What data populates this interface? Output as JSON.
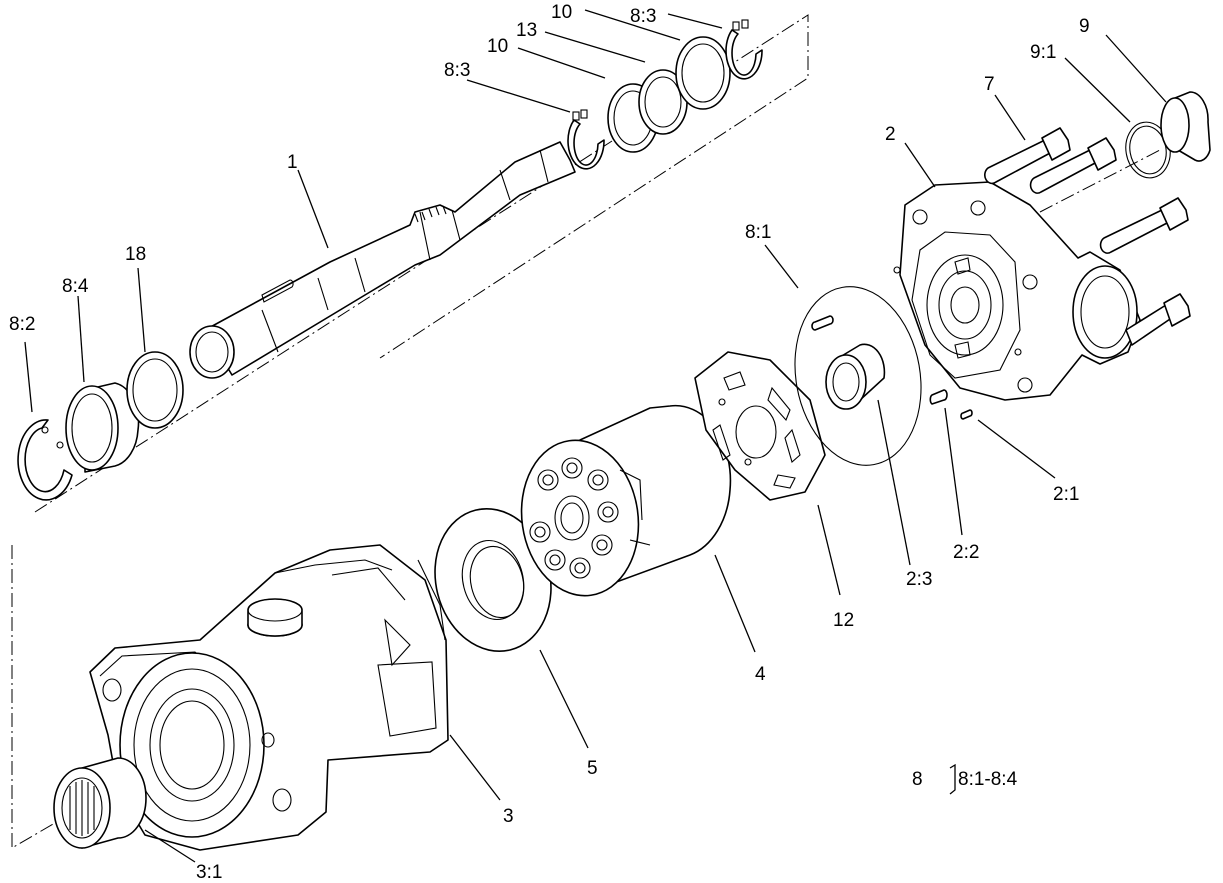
{
  "diagram": {
    "callouts": {
      "c1": "1",
      "c2": "2",
      "c2_1": "2:1",
      "c2_2": "2:2",
      "c2_3": "2:3",
      "c3": "3",
      "c3_1": "3:1",
      "c4": "4",
      "c5": "5",
      "c7": "7",
      "c8_1": "8:1",
      "c8_2": "8:2",
      "c8_3_a": "8:3",
      "c8_3_b": "8:3",
      "c8_4": "8:4",
      "c9": "9",
      "c9_1": "9:1",
      "c10_a": "10",
      "c10_b": "10",
      "c12": "12",
      "c13": "13",
      "c18": "18"
    },
    "kit_note": {
      "kit_number": "8",
      "kit_range": "8:1-8:4"
    }
  }
}
